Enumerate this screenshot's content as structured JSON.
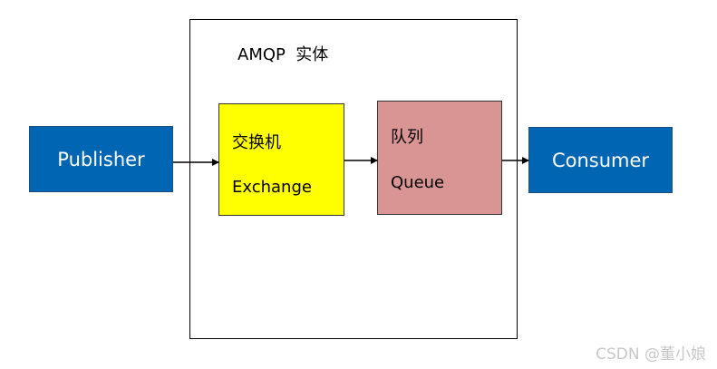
{
  "diagram": {
    "container": {
      "title": "AMQP  实体"
    },
    "publisher": {
      "label": "Publisher",
      "color": "#0066b3"
    },
    "consumer": {
      "label": "Consumer",
      "color": "#0066b3"
    },
    "exchange": {
      "line1": "交换机",
      "line2": "Exchange",
      "color": "#ffff00"
    },
    "queue": {
      "line1": "队列",
      "line2": "Queue",
      "color": "#d99494"
    },
    "edges": [
      {
        "from": "Publisher",
        "to": "Exchange"
      },
      {
        "from": "Exchange",
        "to": "Queue"
      },
      {
        "from": "Queue",
        "to": "Consumer"
      }
    ]
  },
  "watermark": "CSDN @董小娘"
}
